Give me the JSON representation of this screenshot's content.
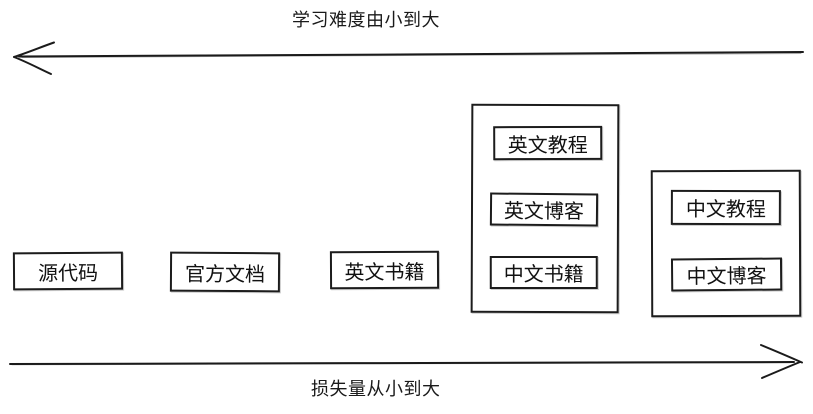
{
  "diagram": {
    "top_axis": {
      "label": "学习难度由小到大",
      "direction": "left"
    },
    "bottom_axis": {
      "label": "损失量从小到大",
      "direction": "right"
    },
    "boxes": [
      {
        "label": "源代码"
      },
      {
        "label": "官方文档"
      },
      {
        "label": "英文书籍"
      }
    ],
    "groups": [
      {
        "items": [
          {
            "label": "英文教程"
          },
          {
            "label": "英文博客"
          },
          {
            "label": "中文书籍"
          }
        ]
      },
      {
        "items": [
          {
            "label": "中文教程"
          },
          {
            "label": "中文博客"
          }
        ]
      }
    ],
    "colors": {
      "stroke": "#1b1b1b",
      "background": "#ffffff"
    }
  }
}
